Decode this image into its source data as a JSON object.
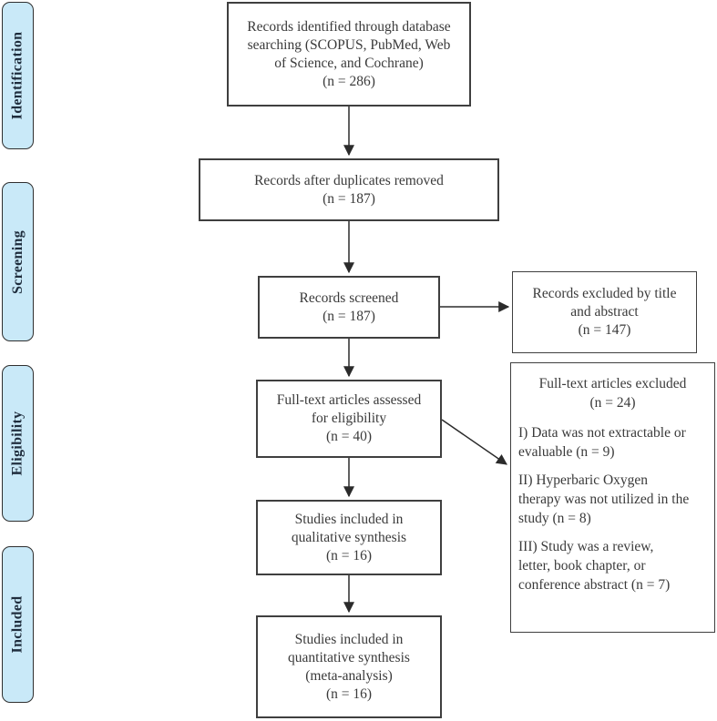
{
  "colors": {
    "sidebar_fill": "#c9e9f8",
    "sidebar_border": "#2f2f2f",
    "sidebar_text": "#1f2d3d",
    "box_border": "#3f3f3f",
    "box_text": "#3a3a3a",
    "arrow": "#2b2b2b",
    "page_bg": "#ffffff"
  },
  "sidebar": {
    "stages": [
      {
        "label": "Identification"
      },
      {
        "label": "Screening"
      },
      {
        "label": "Eligibility"
      },
      {
        "label": "Included"
      }
    ]
  },
  "boxes": {
    "identified": {
      "text": "Records identified through database\nsearching (SCOPUS, PubMed, Web\nof Science, and Cochrane)\n(n = 286)"
    },
    "duplicates_removed": {
      "text": "Records after duplicates removed\n(n = 187)"
    },
    "screened": {
      "text": "Records screened\n(n = 187)"
    },
    "excluded_title_abstract": {
      "text": "Records excluded by title\nand abstract\n(n = 147)"
    },
    "fulltext_assessed": {
      "text": "Full-text articles assessed\nfor eligibility\n(n = 40)"
    },
    "fulltext_excluded": {
      "title": "Full-text articles excluded\n(n = 24)",
      "reasons": [
        "I) Data was not extractable or\nevaluable (n = 9)",
        "II) Hyperbaric Oxygen\ntherapy was not utilized in the\nstudy (n = 8)",
        "III) Study was a review,\nletter, book chapter, or\nconference abstract (n = 7)"
      ]
    },
    "qualitative_synthesis": {
      "text": "Studies included in\nqualitative synthesis\n(n = 16)"
    },
    "quantitative_synthesis": {
      "text": "Studies included in\nquantitative synthesis\n(meta-analysis)\n(n = 16)"
    }
  }
}
